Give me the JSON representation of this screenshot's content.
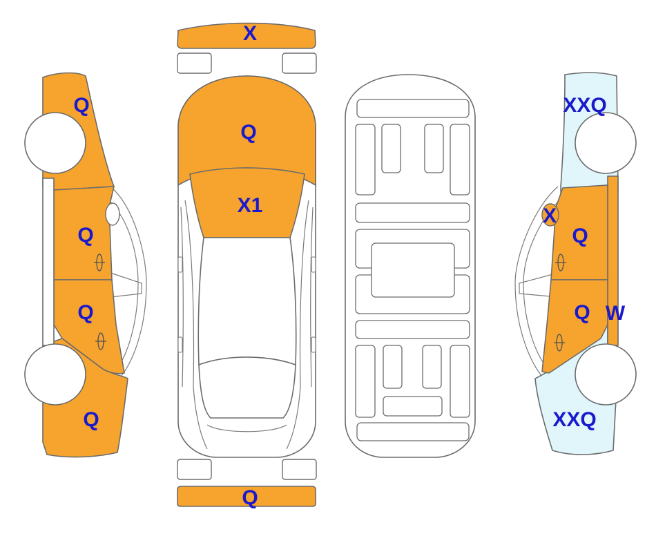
{
  "colors": {
    "damage_orange": "#f7a42e",
    "light_blue": "#e0f6fb",
    "outline": "#6b6b6b",
    "label_blue": "#1a1acc",
    "white": "#ffffff"
  },
  "labels": {
    "front_bumper": "X",
    "hood": "Q",
    "windshield": "X1",
    "rear_bumper": "Q",
    "left_front_fender": "Q",
    "left_front_door": "Q",
    "left_rear_door": "Q",
    "left_rear_quarter": "Q",
    "right_front_fender": "XXQ",
    "right_mirror": "X",
    "right_front_door": "Q",
    "right_rear_door": "Q",
    "right_pillar": "W",
    "right_rear_quarter": "XXQ"
  }
}
